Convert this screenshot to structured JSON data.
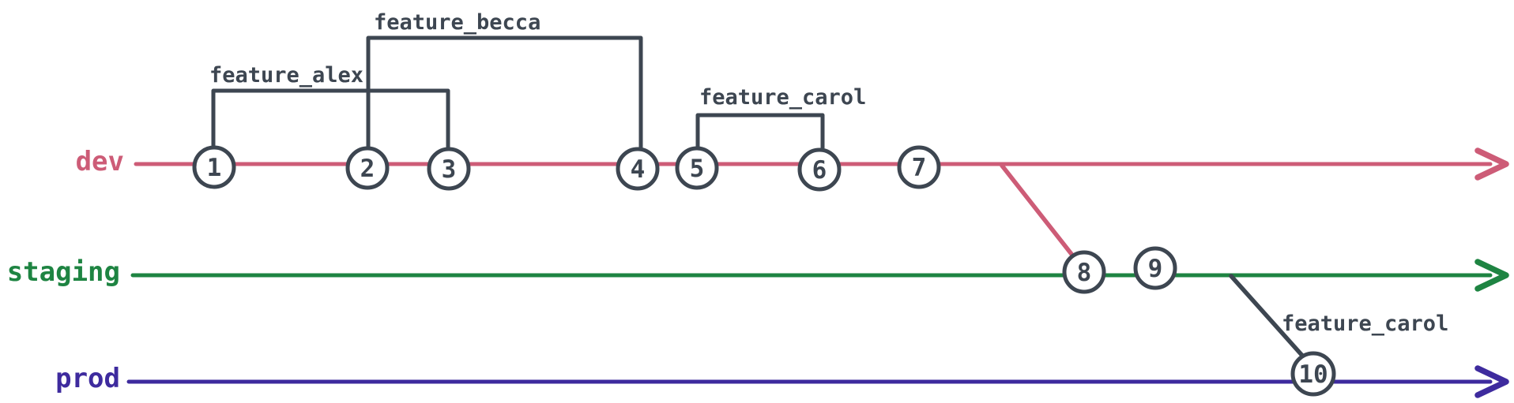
{
  "graph": {
    "type": "git-branch-diagram",
    "colors": {
      "dev": "#cd5c77",
      "staging": "#1e8442",
      "prod": "#3e2b9e",
      "ink": "#3d4651",
      "background": "#ffffff"
    },
    "branches": [
      {
        "name": "dev",
        "color": "#cd5c77",
        "commits_on_branch": [
          "1",
          "2",
          "3",
          "4",
          "5",
          "6",
          "7"
        ]
      },
      {
        "name": "staging",
        "color": "#1e8442",
        "commits_on_branch": [
          "8",
          "9"
        ]
      },
      {
        "name": "prod",
        "color": "#3e2b9e",
        "commits_on_branch": [
          "10"
        ]
      }
    ],
    "commits": [
      {
        "id": "1",
        "branch": "dev"
      },
      {
        "id": "2",
        "branch": "dev"
      },
      {
        "id": "3",
        "branch": "dev"
      },
      {
        "id": "4",
        "branch": "dev"
      },
      {
        "id": "5",
        "branch": "dev"
      },
      {
        "id": "6",
        "branch": "dev"
      },
      {
        "id": "7",
        "branch": "dev"
      },
      {
        "id": "8",
        "branch": "staging"
      },
      {
        "id": "9",
        "branch": "staging"
      },
      {
        "id": "10",
        "branch": "prod"
      }
    ],
    "feature_brackets": [
      {
        "label": "feature_alex",
        "from_commit": "1",
        "to_commit": "3"
      },
      {
        "label": "feature_becca",
        "from_commit": "2",
        "to_commit": "4"
      },
      {
        "label": "feature_carol",
        "from_commit": "5",
        "to_commit": "6"
      }
    ],
    "merges": [
      {
        "from_branch": "dev",
        "to_branch": "staging",
        "at_commit": "8",
        "label": ""
      },
      {
        "from_branch": "staging",
        "to_branch": "prod",
        "at_commit": "10",
        "label": "feature_carol"
      }
    ]
  }
}
